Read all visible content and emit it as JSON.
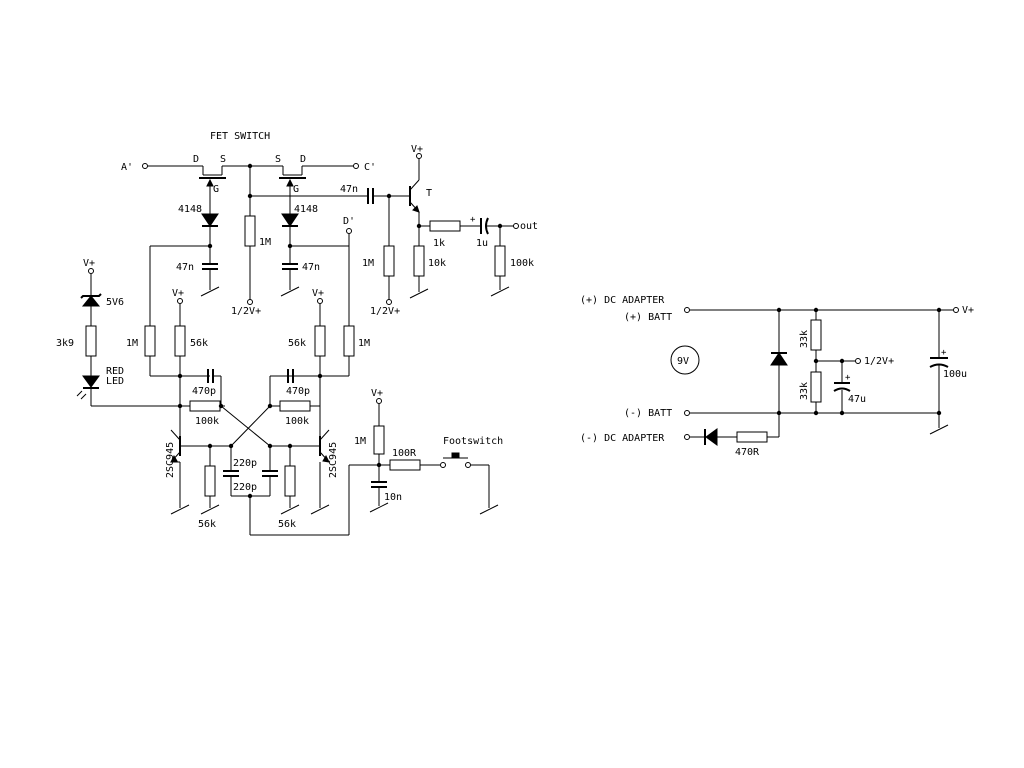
{
  "colors": {
    "ink": "#000000",
    "background": "#ffffff"
  },
  "labels": {
    "fet_switch": "FET SWITCH",
    "a_prime": "A'",
    "c_prime": "C'",
    "d_prime": "D'",
    "pin_d": "D",
    "pin_s": "S",
    "pin_g": "G",
    "vplus": "V+",
    "half_vplus": "1/2V+",
    "diode_4148": "4148",
    "cap_47n": "47n",
    "res_1m": "1M",
    "res_1k": "1k",
    "res_10k": "10k",
    "res_100k": "100k",
    "res_56k": "56k",
    "res_3k9": "3k9",
    "res_100r": "100R",
    "res_470r": "470R",
    "res_33k": "33k",
    "cap_1u": "1u",
    "cap_470p": "470p",
    "cap_220p": "220p",
    "cap_10n": "10n",
    "cap_47u": "47u",
    "cap_100u": "100u",
    "transistor_t": "T",
    "out": "out",
    "zener_5v6": "5V6",
    "red": "RED",
    "led": "LED",
    "part_2sc945": "2SC945",
    "footswitch": "Footswitch",
    "dc_adapter_pos": "(+) DC ADAPTER",
    "batt_pos": "(+) BATT",
    "batt_neg": "(-) BATT",
    "dc_adapter_neg": "(-) DC ADAPTER",
    "battery_9v": "9V"
  }
}
